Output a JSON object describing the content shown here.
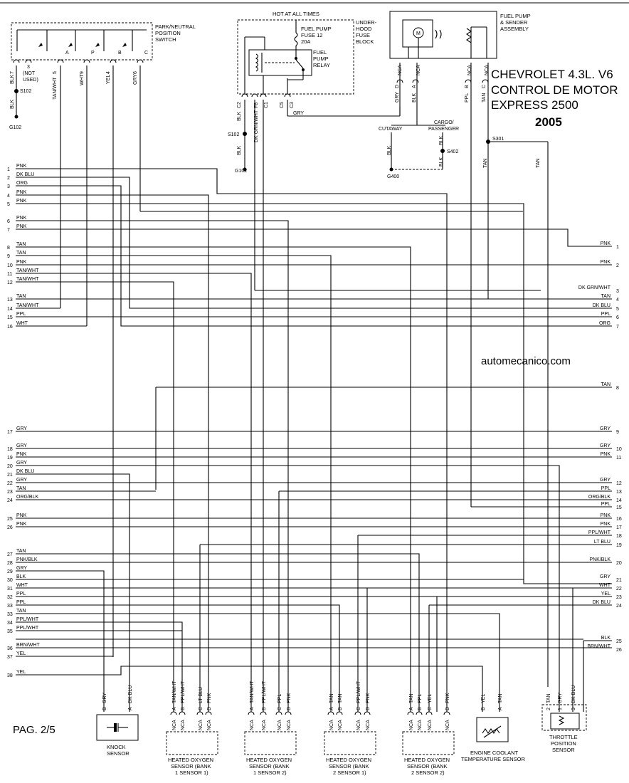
{
  "title": {
    "line1": "CHEVROLET 4.3L. V6",
    "line2": "CONTROL DE MOTOR",
    "line3": "EXPRESS 2500",
    "year": "2005"
  },
  "website": "automecanico.com",
  "page_label": "PAG. 2/5",
  "components": {
    "park_neutral": [
      "PARK/NEUTRAL",
      "POSITION",
      "SWITCH"
    ],
    "park_neutral_pins": [
      "A",
      "P",
      "B",
      "C"
    ],
    "not_used": [
      "3",
      "(NOT",
      "USED)"
    ],
    "hot_at_all_times": "HOT AT ALL TIMES",
    "fuse": [
      "FUEL PUMP",
      "FUSE 12",
      "20A"
    ],
    "relay": [
      "FUEL",
      "PUMP",
      "RELAY"
    ],
    "underhood": [
      "UNDER-",
      "HOOD",
      "FUSE",
      "BLOCK"
    ],
    "fuel_pump": [
      "FUEL PUMP",
      "& SENDER",
      "ASSEMBLY"
    ],
    "motor_letter": "M",
    "cargo": [
      "CARGO/",
      "PASSENGER"
    ],
    "cutaway": "CUTAWAY",
    "knock": [
      "KNOCK",
      "SENSOR"
    ],
    "ho2s": [
      [
        "HEATED OXYGEN",
        "SENSOR (BANK",
        "1 SENSOR 1)"
      ],
      [
        "HEATED OXYGEN",
        "SENSOR (BANK",
        "1 SENSOR 2)"
      ],
      [
        "HEATED OXYGEN",
        "SENSOR (BANK",
        "2 SENSOR 1)"
      ],
      [
        "HEATED OXYGEN",
        "SENSOR (BANK",
        "2 SENSOR 2)"
      ]
    ],
    "ect": [
      "ENGINE COOLANT",
      "TEMPERATURE SENSOR"
    ],
    "tps": [
      "THROTTLE",
      "POSITION",
      "SENSOR"
    ]
  },
  "grounds": [
    "G102",
    "G102",
    "G400"
  ],
  "splices": [
    "S102",
    "S102",
    "S301",
    "S402"
  ],
  "top_labels": {
    "pn_wires": [
      {
        "pin": "7",
        "color": "BLK"
      },
      {
        "pin": "5",
        "color": "TAN/WHT"
      },
      {
        "pin": "9",
        "color": "WHT"
      },
      {
        "pin": "4",
        "color": "YEL"
      },
      {
        "pin": "6",
        "color": "GRY"
      }
    ],
    "blk_g102": "BLK",
    "relay_wires": [
      {
        "pin": "C2",
        "color": "BLK"
      },
      {
        "pin": "F8",
        "color": "DK GRN/WHT"
      },
      {
        "pin": "C1",
        "color": ""
      },
      {
        "pin": "C5",
        "color": ""
      },
      {
        "pin": "C3",
        "color": ""
      }
    ],
    "gry_horizontal": "GRY",
    "blk_s102b": "BLK",
    "pump_nca": [
      "NCA",
      "NCA",
      "NCA",
      "NCA"
    ],
    "pump_wires": [
      {
        "pin": "D",
        "color": "GRY"
      },
      {
        "pin": "A",
        "color": "BLK"
      },
      {
        "pin": "B",
        "color": "PPL"
      },
      {
        "pin": "C",
        "color": "TAN"
      }
    ],
    "blk_cut": "BLK",
    "blk_cargo": [
      "BLK",
      "BLK"
    ],
    "tan_s301": [
      "TAN",
      "TAN"
    ]
  },
  "left_connector": [
    {
      "pin": "1",
      "color": "PNK"
    },
    {
      "pin": "2",
      "color": "DK BLU"
    },
    {
      "pin": "3",
      "color": "ORG"
    },
    {
      "pin": "4",
      "color": "PNK"
    },
    {
      "pin": "5",
      "color": "PNK"
    },
    {
      "pin": "6",
      "color": "PNK"
    },
    {
      "pin": "7",
      "color": "PNK"
    },
    {
      "pin": "8",
      "color": "TAN"
    },
    {
      "pin": "9",
      "color": "TAN"
    },
    {
      "pin": "10",
      "color": "PNK"
    },
    {
      "pin": "11",
      "color": "TAN/WHT"
    },
    {
      "pin": "12",
      "color": "TAN/WHT"
    },
    {
      "pin": "13",
      "color": "TAN"
    },
    {
      "pin": "14",
      "color": "TAN/WHT"
    },
    {
      "pin": "15",
      "color": "PPL"
    },
    {
      "pin": "16",
      "color": "WHT"
    },
    {
      "pin": "17",
      "color": "GRY"
    },
    {
      "pin": "18",
      "color": "GRY"
    },
    {
      "pin": "19",
      "color": "PNK"
    },
    {
      "pin": "20",
      "color": "GRY"
    },
    {
      "pin": "21",
      "color": "DK BLU"
    },
    {
      "pin": "22",
      "color": "GRY"
    },
    {
      "pin": "23",
      "color": "TAN"
    },
    {
      "pin": "24",
      "color": "ORG/BLK"
    },
    {
      "pin": "25",
      "color": "PNK"
    },
    {
      "pin": "26",
      "color": "PNK"
    },
    {
      "pin": "27",
      "color": "TAN"
    },
    {
      "pin": "28",
      "color": "PNK/BLK"
    },
    {
      "pin": "29",
      "color": "GRY"
    },
    {
      "pin": "30",
      "color": "BLK"
    },
    {
      "pin": "31",
      "color": "WHT"
    },
    {
      "pin": "32",
      "color": "PPL"
    },
    {
      "pin": "33",
      "color": "PPL"
    },
    {
      "pin": "33",
      "color": "TAN"
    },
    {
      "pin": "34",
      "color": "PPL/WHT"
    },
    {
      "pin": "35",
      "color": "PPL/WHT"
    },
    {
      "pin": "36",
      "color": "BRN/WHT"
    },
    {
      "pin": "37",
      "color": "YEL"
    },
    {
      "pin": "38",
      "color": "YEL"
    }
  ],
  "right_connector": [
    {
      "pin": "1",
      "color": "PNK"
    },
    {
      "pin": "2",
      "color": "PNK"
    },
    {
      "pin": "3",
      "color": "DK GRN/WHT"
    },
    {
      "pin": "4",
      "color": "TAN"
    },
    {
      "pin": "5",
      "color": "DK BLU"
    },
    {
      "pin": "6",
      "color": "PPL"
    },
    {
      "pin": "7",
      "color": "ORG"
    },
    {
      "pin": "8",
      "color": "TAN"
    },
    {
      "pin": "9",
      "color": "GRY"
    },
    {
      "pin": "10",
      "color": "GRY"
    },
    {
      "pin": "11",
      "color": "PNK"
    },
    {
      "pin": "12",
      "color": "GRY"
    },
    {
      "pin": "13",
      "color": "PPL"
    },
    {
      "pin": "14",
      "color": "ORG/BLK"
    },
    {
      "pin": "15",
      "color": "PPL"
    },
    {
      "pin": "16",
      "color": "PNK"
    },
    {
      "pin": "17",
      "color": "PNK"
    },
    {
      "pin": "18",
      "color": "PPL/WHT"
    },
    {
      "pin": "19",
      "color": "LT BLU"
    },
    {
      "pin": "20",
      "color": "PNK/BLK"
    },
    {
      "pin": "21",
      "color": "GRY"
    },
    {
      "pin": "22",
      "color": "WHT"
    },
    {
      "pin": "23",
      "color": "YEL"
    },
    {
      "pin": "24",
      "color": "DK BLU"
    },
    {
      "pin": "25",
      "color": "BLK"
    },
    {
      "pin": "26",
      "color": "BRN/WHT"
    }
  ],
  "bottom_labels": {
    "knock": [
      {
        "pin": "B",
        "color": "GRY"
      },
      {
        "pin": "A",
        "color": "DK BLU"
      }
    ],
    "ho2s1": [
      {
        "pin": "A",
        "color": "TAN/WHT"
      },
      {
        "pin": "B",
        "color": "PPL/WHT"
      },
      {
        "pin": "C",
        "color": "LT BLU"
      },
      {
        "pin": "D",
        "color": "PNK"
      }
    ],
    "ho2s2": [
      {
        "pin": "A",
        "color": "TAN/WHT"
      },
      {
        "pin": "B",
        "color": "PPL/WHT"
      },
      {
        "pin": "C",
        "color": "PPL"
      },
      {
        "pin": "D",
        "color": "PNK"
      }
    ],
    "ho2s3": [
      {
        "pin": "A",
        "color": "TAN"
      },
      {
        "pin": "B",
        "color": "TAN"
      },
      {
        "pin": "C",
        "color": "PPL/WHT"
      },
      {
        "pin": "D",
        "color": "PNK"
      }
    ],
    "ho2s4": [
      {
        "pin": "A",
        "color": "TAN"
      },
      {
        "pin": "B",
        "color": "PPL"
      },
      {
        "pin": "C",
        "color": "YEL"
      },
      {
        "pin": "D",
        "color": "PNK"
      }
    ],
    "ect": [
      {
        "pin": "B",
        "color": "YEL"
      },
      {
        "pin": "A",
        "color": "TAN"
      }
    ],
    "tps": [
      {
        "pin": "2",
        "color": "TAN"
      },
      {
        "pin": "1",
        "color": "GRY"
      },
      {
        "pin": "3",
        "color": "DK BLU"
      }
    ],
    "nca": "NCA"
  }
}
